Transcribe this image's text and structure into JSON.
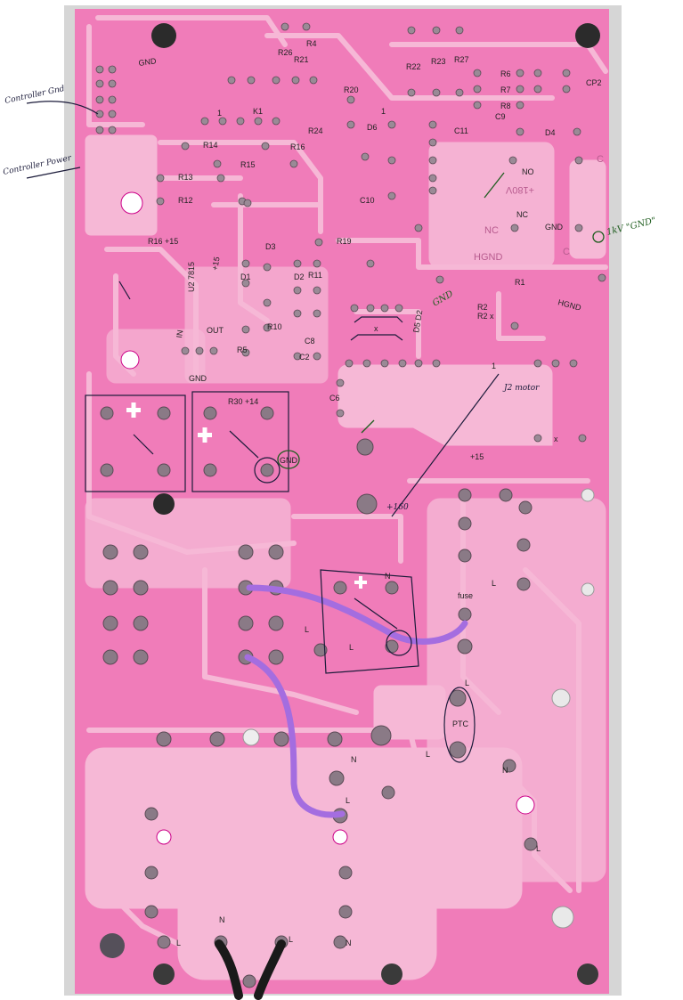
{
  "colors": {
    "board": "#f07cb9",
    "copper": "#f6b8d6",
    "board_edge": "#c8c8c8",
    "pad": "#7d6b78",
    "hole": "#2b2b2b",
    "wire_purple": "#a46de0",
    "wire_black": "#1a1a1a",
    "ink_dark": "#1b1b3a",
    "ink_green": "#1f5d1f"
  },
  "annotations": {
    "left_ground": "Controller Gnd",
    "left_power": "Controller Power",
    "gnd_top": "GND",
    "kv_gnd": "1kV \"GND\"",
    "u2_label": "U2 7815",
    "j2_label": "J2 motor",
    "plus160": "+160",
    "r16_plus15": "R16 +15",
    "plus15": "+15",
    "in": "IN",
    "out": "OUT",
    "gnd_mid": "GND",
    "x_mark": "x",
    "d5_label": "D5 D2",
    "gnd_right": "GND",
    "fuse": "fuse",
    "ptc": "PTC",
    "hgnd_silk": "HGND",
    "hgnd_right": "HGND",
    "n_label": "N",
    "l_label": "L",
    "nc_label": "NC",
    "no_label": "NO",
    "c_label": "C",
    "plus180_silk": "+180V",
    "gnd_circle": "GND",
    "r30_label": "R30 +14",
    "r2_label": "R2 x",
    "one_mark": "1"
  },
  "refdes": {
    "r1": "R1",
    "r2": "R2",
    "r4": "R4",
    "r5": "R5",
    "r6": "R6",
    "r7": "R7",
    "r8": "R8",
    "r10": "R10",
    "r11": "R11",
    "r12": "R12",
    "r13": "R13",
    "r14": "R14",
    "r15": "R15",
    "r16": "R16",
    "r19": "R19",
    "r20": "R20",
    "r21": "R21",
    "r22": "R22",
    "r23": "R23",
    "r24": "R24",
    "r26": "R26",
    "r27": "R27",
    "c2": "C2",
    "c6": "C6",
    "c8": "C8",
    "c9": "C9",
    "c10": "C10",
    "c11": "C11",
    "cp2": "CP2",
    "d1": "D1",
    "d2": "D2",
    "d3": "D3",
    "d4": "D4",
    "d6": "D6",
    "k1": "K1"
  }
}
